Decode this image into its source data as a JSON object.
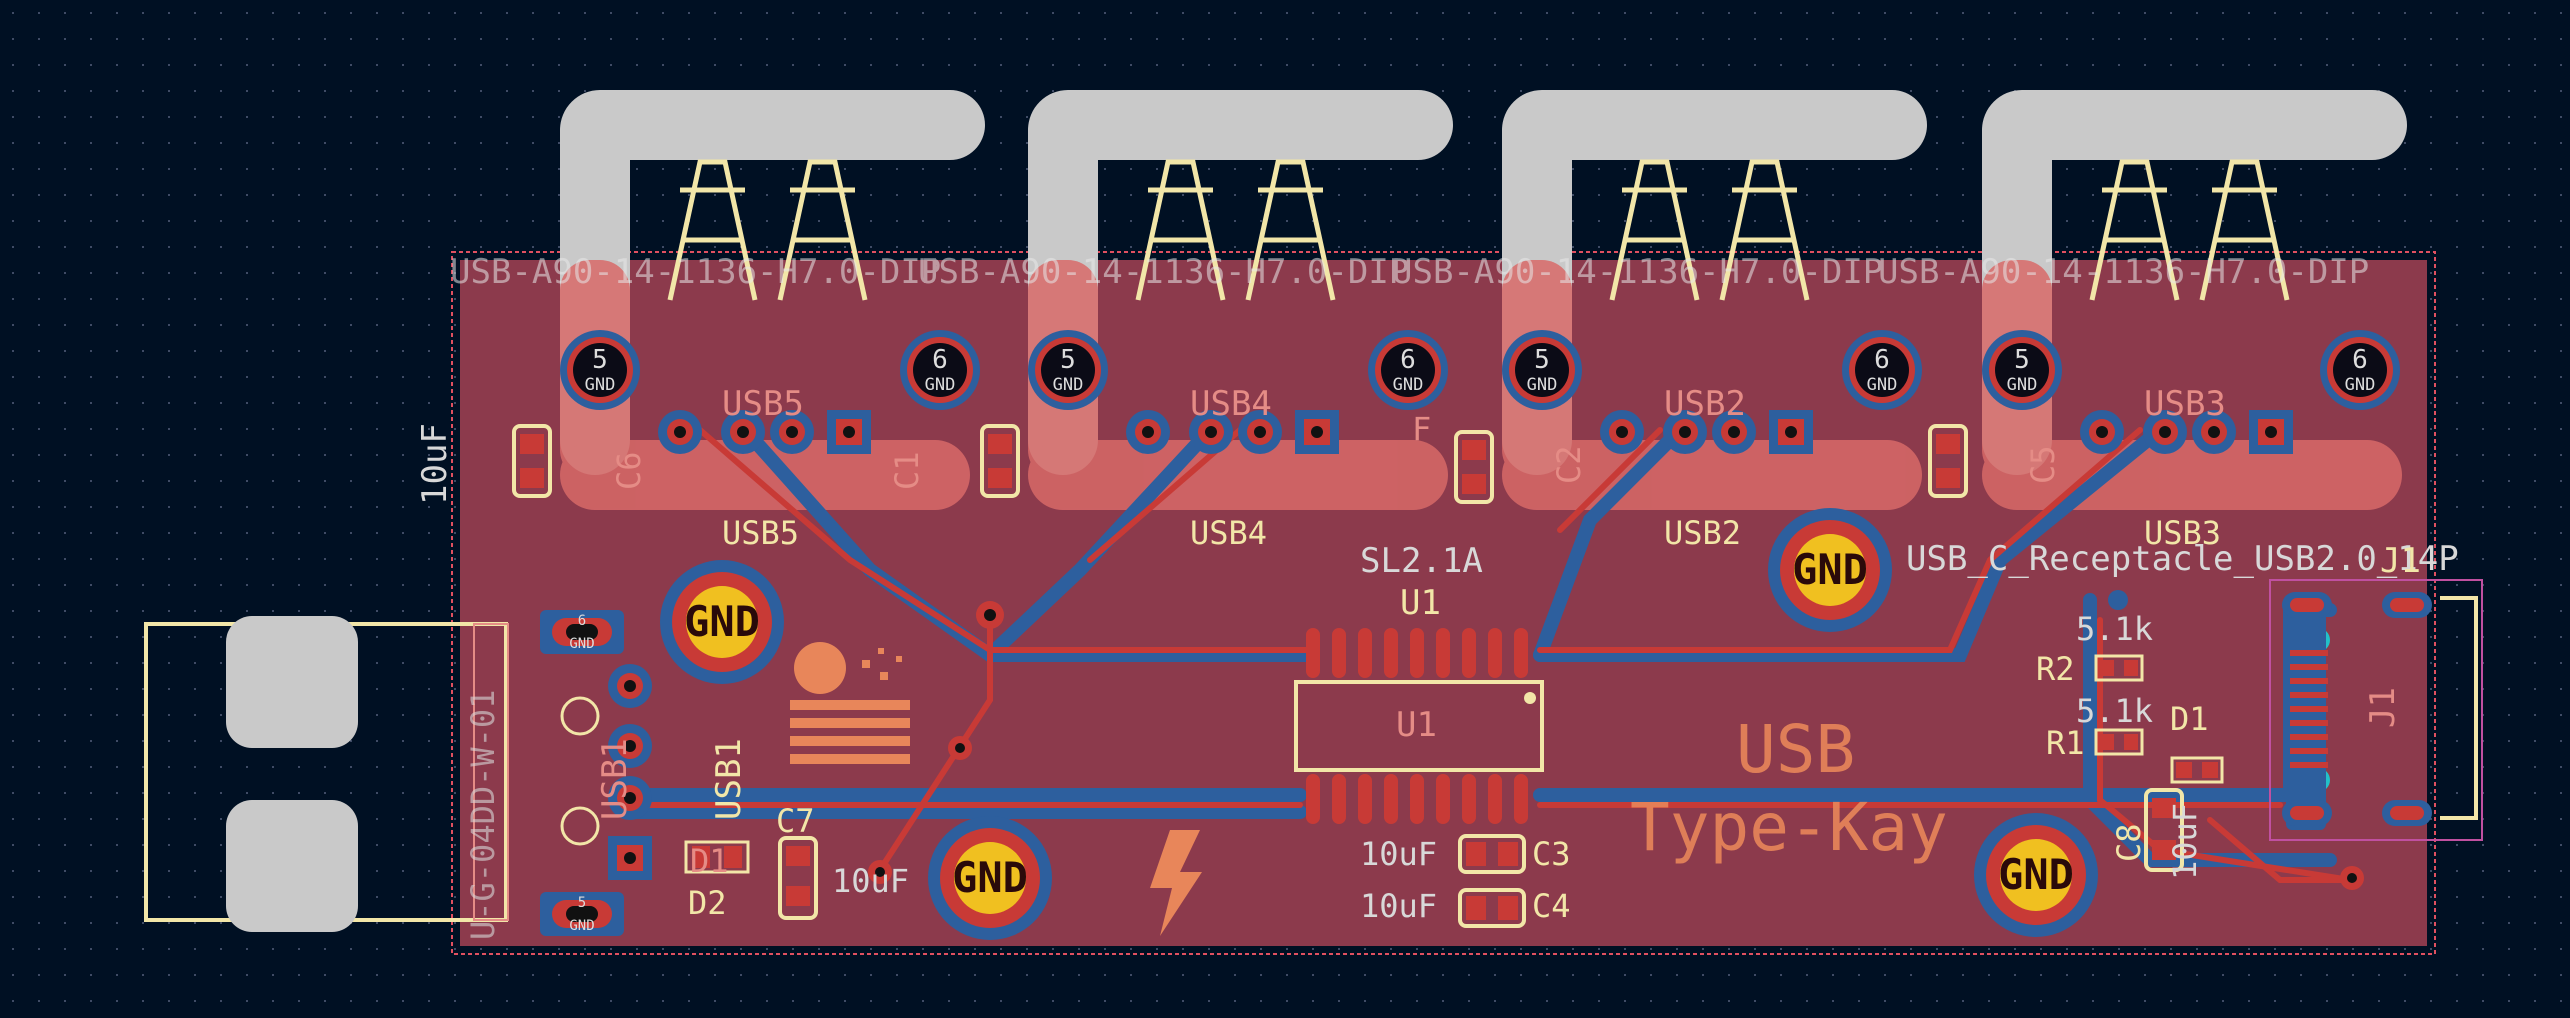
{
  "colors": {
    "background": "#001023",
    "board": "#8c3a4c",
    "copper_top": "#c83a36",
    "copper_bottom": "#2d5f9e",
    "silkscreen": "#f2e6a8",
    "fab_layer": "#d8d8d8",
    "courtyard": "#e05060",
    "gnd_pad": "#f0c020"
  },
  "footprint_label": "USB-A90-14-1136-H7.0-DIP",
  "usb_ports": [
    {
      "ref": "USB5",
      "gnd_left": "5",
      "gnd_right": "6",
      "gnd_net": "GND"
    },
    {
      "ref": "USB4",
      "gnd_left": "5",
      "gnd_right": "6",
      "gnd_net": "GND"
    },
    {
      "ref": "USB2",
      "gnd_left": "5",
      "gnd_right": "6",
      "gnd_net": "GND"
    },
    {
      "ref": "USB3",
      "gnd_left": "5",
      "gnd_right": "6",
      "gnd_net": "GND"
    }
  ],
  "labels": {
    "cap_10uF_rot": "10uF",
    "c6": "C6",
    "c1": "C1",
    "c2": "C2",
    "c5": "C5",
    "f_partial": "F",
    "usb5": "USB5",
    "usb4": "USB4",
    "usb2": "USB2",
    "usb3": "USB3",
    "u1_value": "SL2.1A",
    "u1_ref": "U1",
    "u1_body": "U1",
    "gnd": "GND",
    "usb_c_value": "USB_C_Receptacle_USB2.0_14P",
    "j1_top": "J1",
    "j1_side": "J1",
    "r2_value": "5.1k",
    "r2": "R2",
    "r1_value": "5.1k",
    "r1": "R1",
    "d1": "D1",
    "title_line1": "USB",
    "title_line2": "Type-Kay",
    "c3_value": "10uF",
    "c3": "C3",
    "c4_value": "10uF",
    "c4": "C4",
    "c7": "C7",
    "c7_value": "10uF",
    "d2": "D2",
    "usb1": "USB1",
    "usb1_fab": "USB1",
    "plug_part": "U-G-04DD-W-01",
    "c8": "C8",
    "c8_value": "10uF",
    "plug_pad_top": "6",
    "plug_pad_bot": "5",
    "d2_silk": "D1"
  },
  "icons": [
    "usb-plug-silhouette-icon",
    "lightning-bolt-icon",
    "sun-logo-icon"
  ]
}
